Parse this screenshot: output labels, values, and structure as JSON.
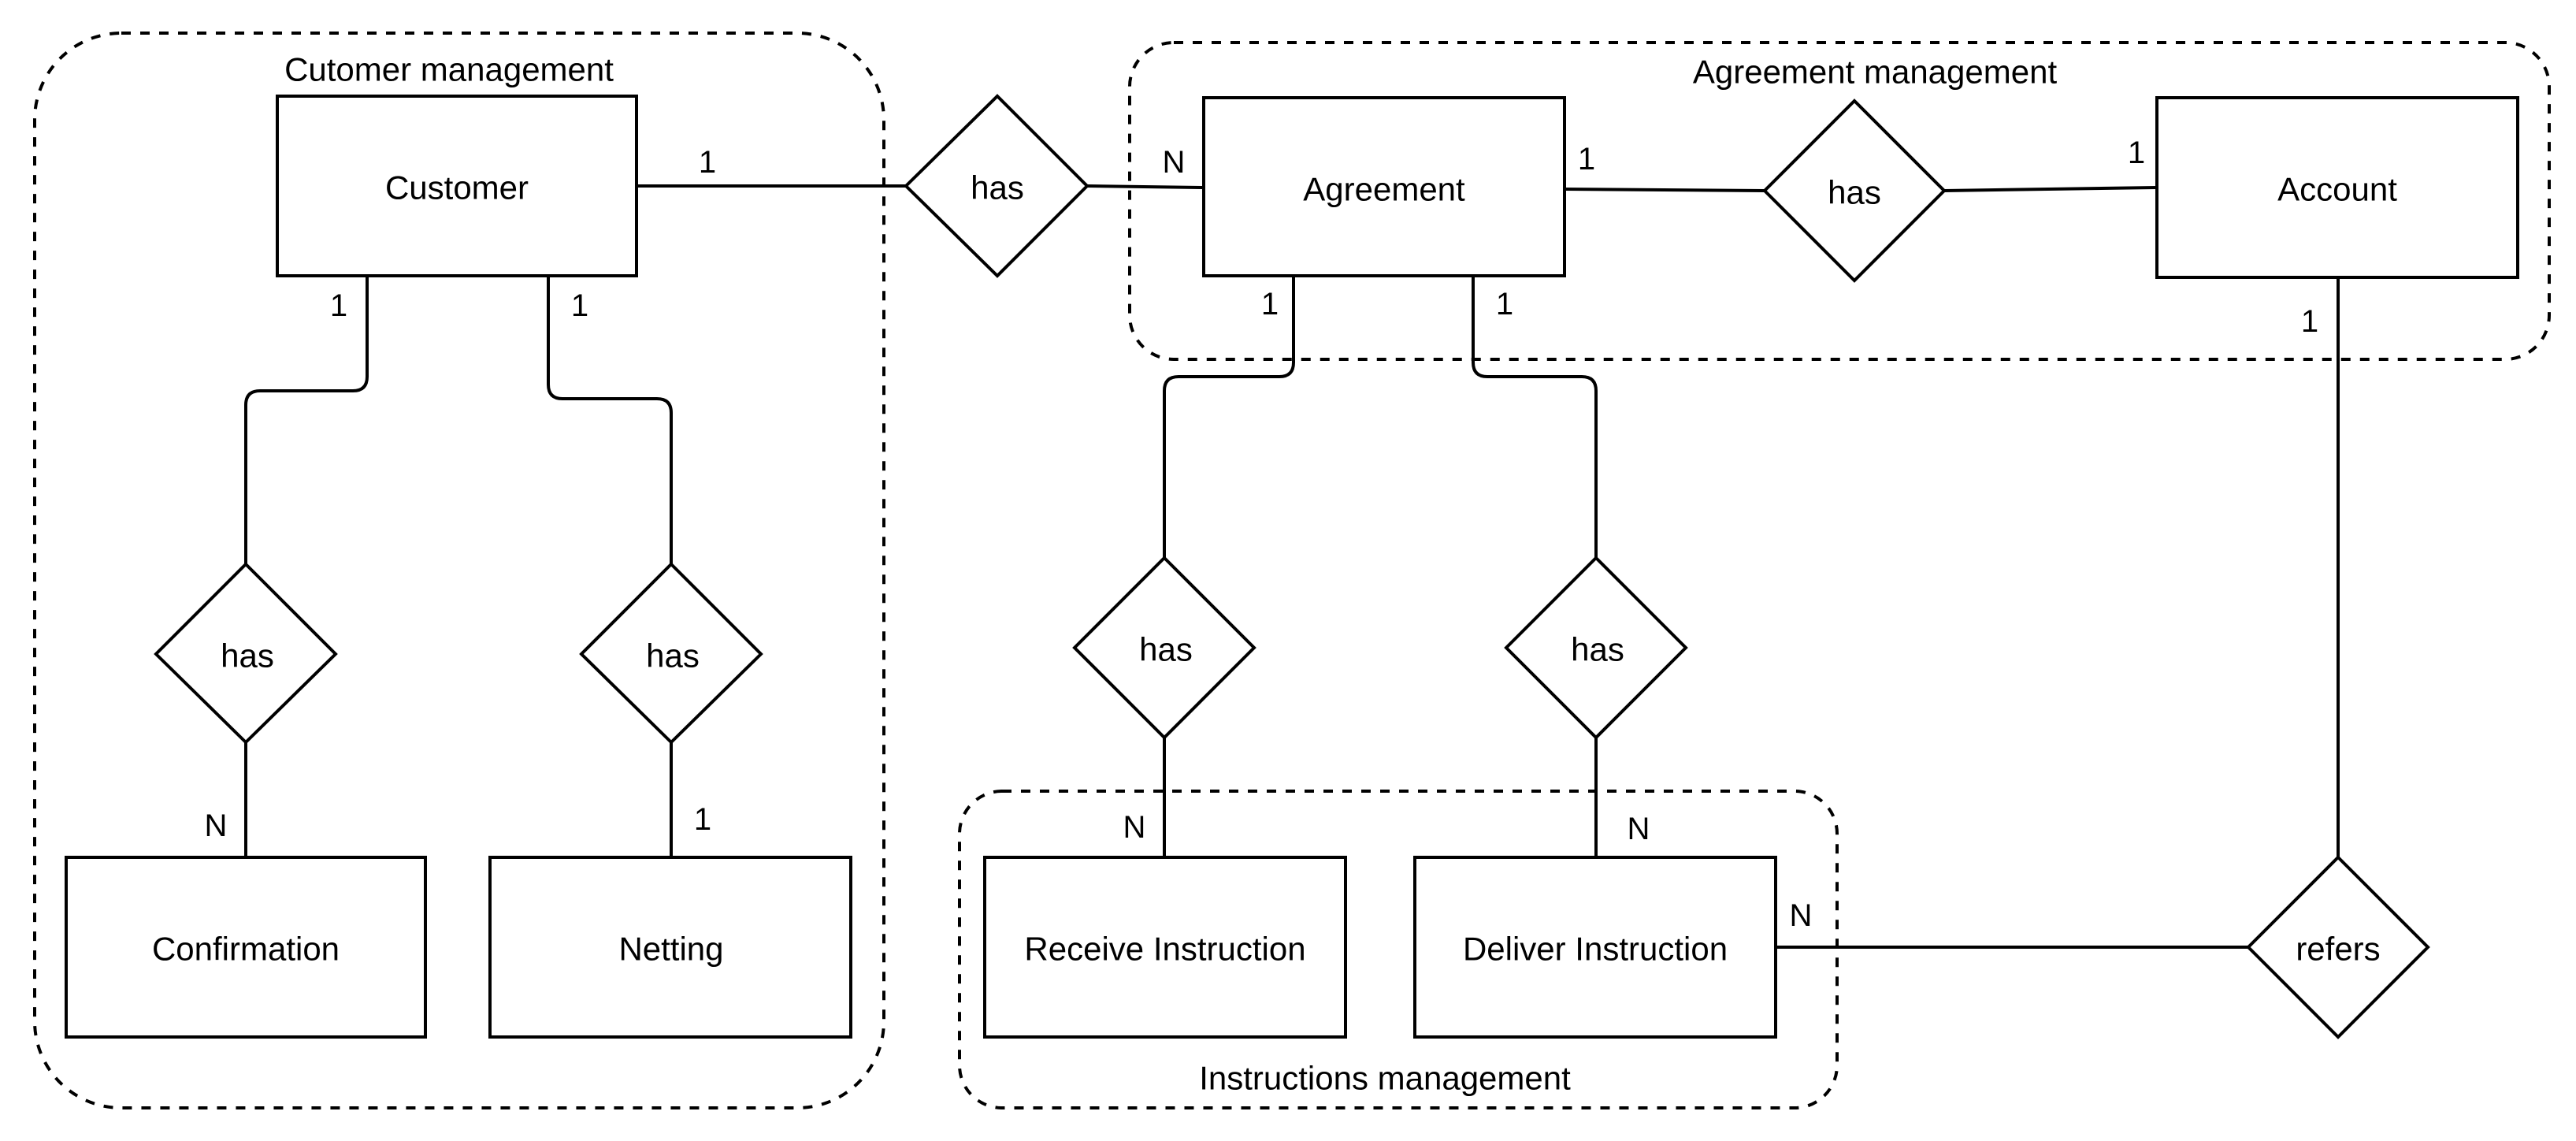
{
  "groups": {
    "customer": "Cutomer management",
    "agreement": "Agreement management",
    "instructions": "Instructions management"
  },
  "entities": {
    "customer": "Customer",
    "agreement": "Agreement",
    "account": "Account",
    "confirmation": "Confirmation",
    "netting": "Netting",
    "receive_instruction": "Receive Instruction",
    "deliver_instruction": "Deliver Instruction"
  },
  "relationships": {
    "customer_agreement": "has",
    "agreement_account": "has",
    "customer_confirmation": "has",
    "customer_netting": "has",
    "agreement_receive": "has",
    "agreement_deliver": "has",
    "account_deliver": "refers"
  },
  "cardinalities": {
    "customer_to_agreement_rel": "1",
    "agreement_from_customer_rel": "N",
    "agreement_to_account_rel": "1",
    "account_from_agreement_rel": "1",
    "customer_to_confirmation_rel": "1",
    "customer_to_netting_rel": "1",
    "confirmation_side": "N",
    "netting_side": "1",
    "agreement_to_receive_rel": "1",
    "agreement_to_deliver_rel": "1",
    "receive_side": "N",
    "deliver_side": "N",
    "account_to_refers": "1",
    "deliver_to_refers": "N"
  }
}
